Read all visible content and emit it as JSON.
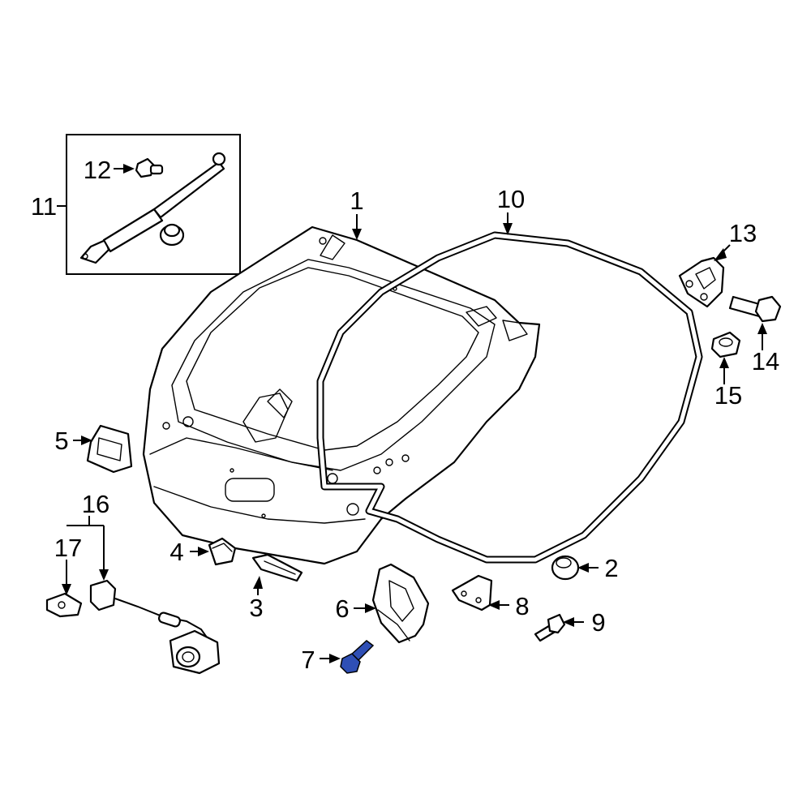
{
  "diagram": {
    "highlight_color": "#2f4fb5",
    "outline_color": "#000000",
    "callouts": {
      "c1": "1",
      "c2": "2",
      "c3": "3",
      "c4": "4",
      "c5": "5",
      "c6": "6",
      "c7": "7",
      "c8": "8",
      "c9": "9",
      "c10": "10",
      "c11": "11",
      "c12": "12",
      "c13": "13",
      "c14": "14",
      "c15": "15",
      "c16": "16",
      "c17": "17"
    },
    "highlighted_part": "7"
  }
}
